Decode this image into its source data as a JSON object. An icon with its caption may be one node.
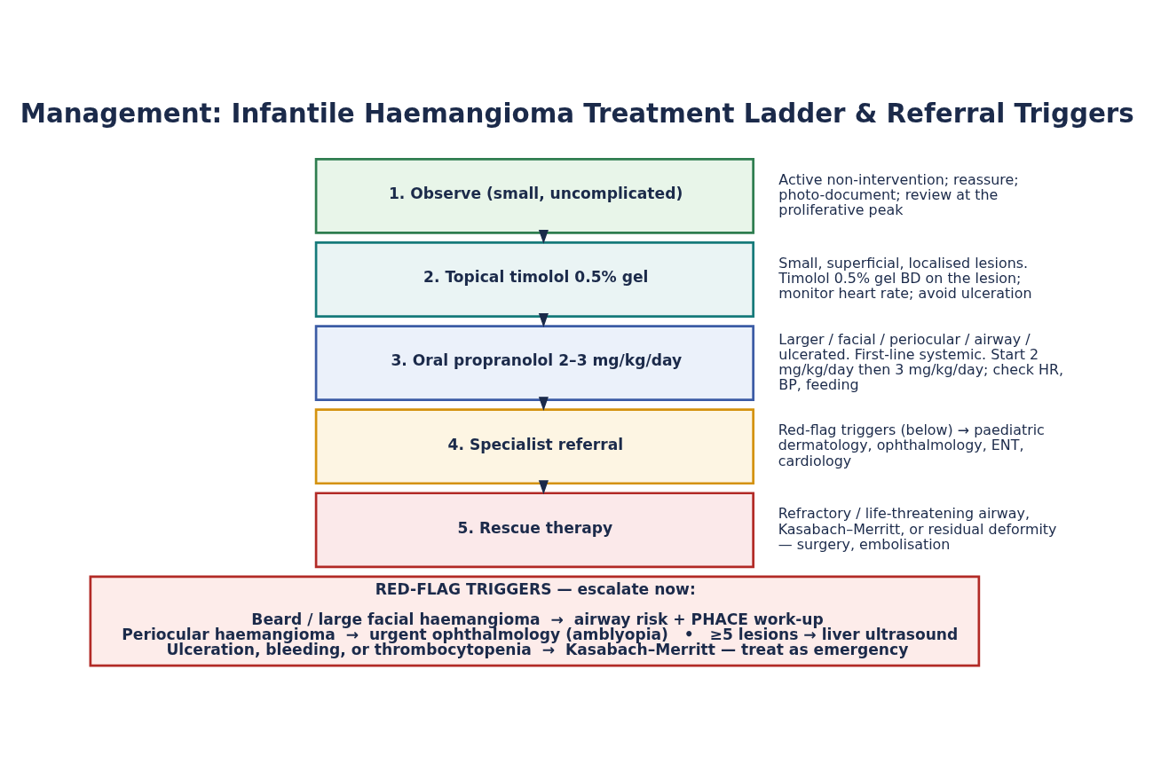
{
  "diagram": {
    "title": "Management: Infantile Haemangioma Treatment Ladder & Referral Triggers",
    "nodes": [
      {
        "text": [
          "1. Observe (small, uncomplicated)"
        ],
        "beside": [
          "Active non-intervention; reassure; photo-document; review at the proliferative peak"
        ]
      },
      {
        "text": [
          "2. Topical timolol 0.5% gel"
        ],
        "beside": [
          "Small, superficial, localised lesions. Timolol 0.5% gel BD on the lesion; monitor heart rate; avoid ulceration"
        ]
      },
      {
        "text": [
          "3. Oral propranolol 2–3 mg/kg/day"
        ],
        "beside": [
          "Larger / facial / periocular / airway / ulcerated. First-line systemic. Start 2 mg/kg/day then 3 mg/kg/day; check HR, BP, feeding"
        ]
      },
      {
        "text": [
          "4. Specialist referral"
        ],
        "beside": [
          "Red-flag triggers (below) → paediatric dermatology, ophthalmology, ENT, cardiology"
        ]
      },
      {
        "text": [
          "5. Rescue therapy"
        ],
        "beside": [
          "Refractory / life-threatening airway, Kasabach–Merritt, or residual deformity — surgery, embolisation"
        ]
      },
      {
        "text": [
          "RED-FLAG TRIGGERS — escalate now:",
          "Beard / large facial haemangioma  →  airway risk + PHACE work-up",
          "Periocular haemangioma  →  urgent ophthalmology (amblyopia)   •   ≥5 lesions → liver ultrasound",
          "Ulceration, bleeding, or thrombocytopenia  →  Kasabach–Merritt — treat as emergency"
        ]
      }
    ],
    "edges": [
      {
        "from": 0,
        "to": 1,
        "arrow": "to"
      },
      {
        "from": 1,
        "to": 2,
        "arrow": "to"
      },
      {
        "from": 2,
        "to": 3,
        "arrow": "to"
      },
      {
        "from": 3,
        "to": 4,
        "arrow": "to"
      }
    ]
  }
}
